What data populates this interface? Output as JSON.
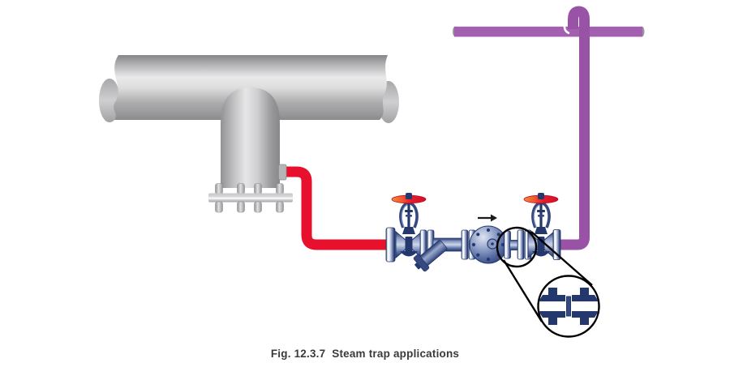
{
  "caption": "Fig. 12.3.7  Steam trap applications",
  "figure_number": "Fig. 12.3.7",
  "figure_title": "Steam trap applications",
  "colors": {
    "steam_main_gray": "#c9c9cb",
    "condensate_red": "#e8112d",
    "return_purple": "#9853a6",
    "return_line_purple": "#a35fb0",
    "valve_navy": "#24386e",
    "steel_blue": "#8b9bc4",
    "handwheel_red": "#ea1c2d",
    "handwheel_orange": "#f58a3c",
    "outline_black": "#000000",
    "caption_color": "#3a3a3a"
  },
  "diagram": {
    "type": "piping-schematic",
    "flow_direction": "left-to-right",
    "parts": [
      "steam-main-pipe",
      "drain-pocket",
      "pocket-bottom-flange",
      "condensate-pipe-red",
      "upstream-isolation-valve",
      "y-strainer",
      "float-steam-trap",
      "flow-direction-arrow",
      "check-valve-flanged-joint",
      "downstream-isolation-valve",
      "riser-pipe-purple",
      "swan-neck-loop",
      "condensate-return-line",
      "magnifier-callout",
      "check-valve-cross-section-detail"
    ]
  }
}
